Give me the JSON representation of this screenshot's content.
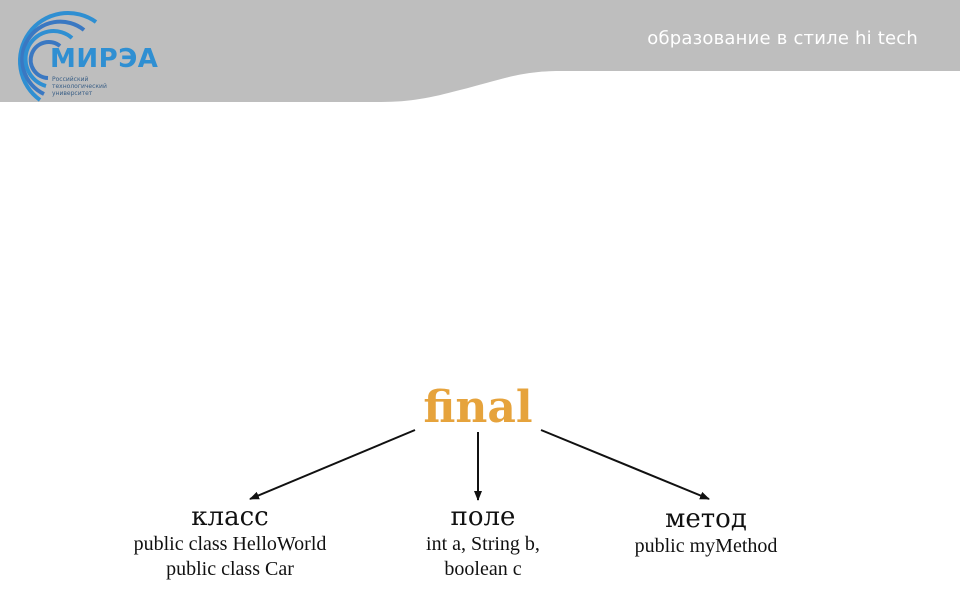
{
  "header": {
    "tagline": "образование в стиле hi tech",
    "logo": {
      "name": "МИРЭА",
      "subtitle": [
        "Российский",
        "технологический",
        "университет"
      ]
    }
  },
  "diagram": {
    "root": "final",
    "children": [
      {
        "title": "класс",
        "lines": [
          "public class HelloWorld",
          "public class Car"
        ]
      },
      {
        "title": "поле",
        "lines": [
          "int a, String b,",
          "boolean c"
        ]
      },
      {
        "title": "метод",
        "lines": [
          "public myMethod"
        ]
      }
    ]
  },
  "colors": {
    "header_gray": "#bebebe",
    "root_orange": "#e6a33c",
    "logo_blue": "#2f8fd2",
    "arrow": "#111111"
  }
}
